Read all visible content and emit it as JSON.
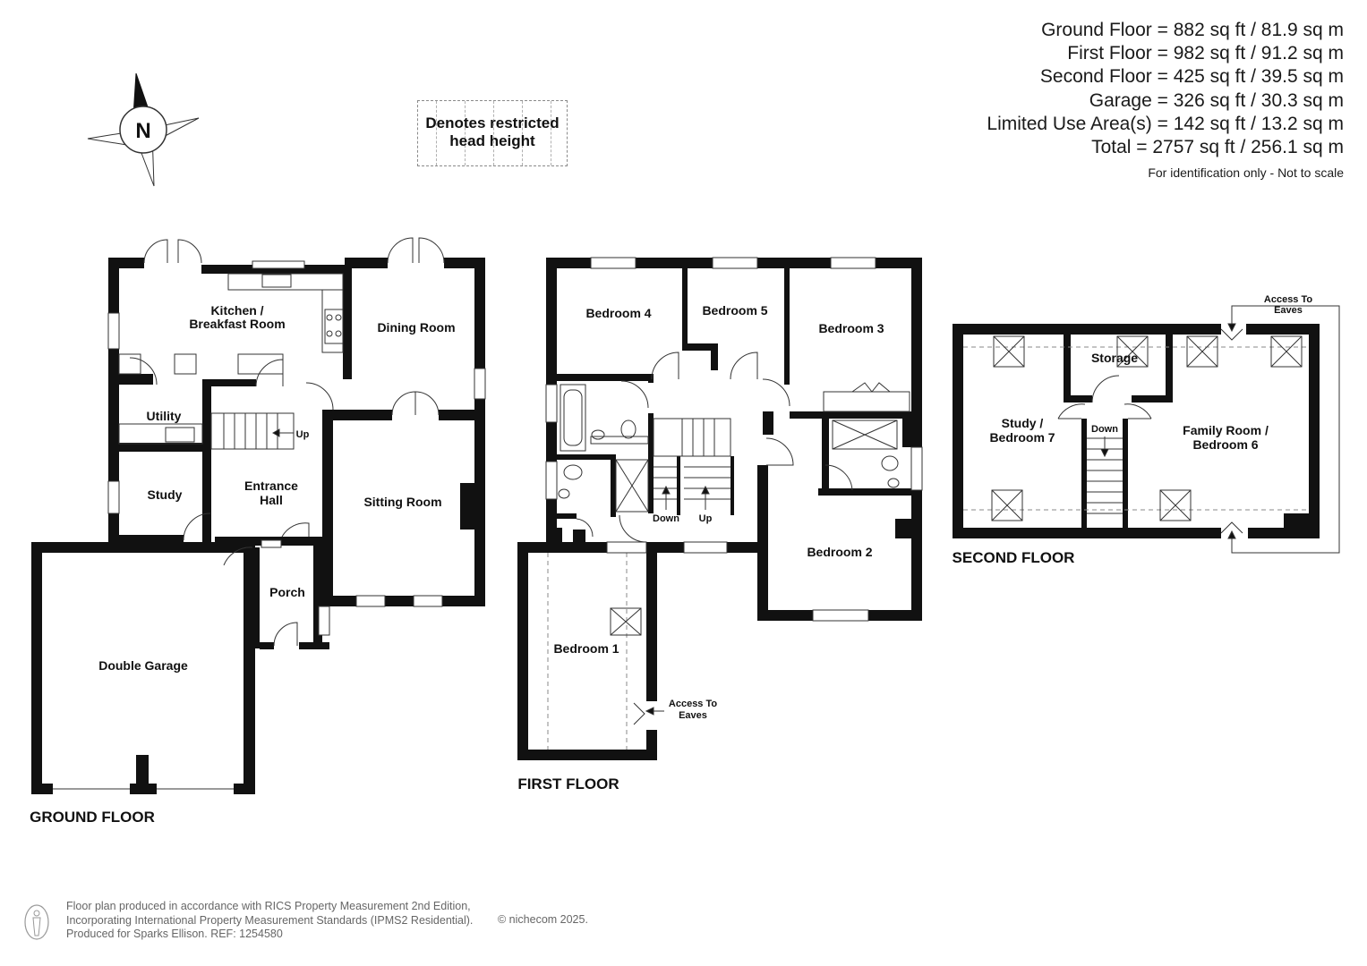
{
  "areas": [
    "Ground Floor = 882 sq ft / 81.9 sq m",
    "First Floor = 982 sq ft / 91.2 sq m",
    "Second Floor = 425 sq ft / 39.5 sq m",
    "Garage = 326 sq ft / 30.3 sq m",
    "Limited Use Area(s) = 142 sq ft / 13.2 sq m",
    "Total = 2757 sq ft / 256.1 sq m"
  ],
  "scale_note": "For identification only - Not to scale",
  "legend": {
    "line1": "Denotes restricted",
    "line2": "head height"
  },
  "compass": {
    "label": "N"
  },
  "ground_floor": {
    "title": "GROUND FLOOR",
    "kitchen_l1": "Kitchen /",
    "kitchen_l2": "Breakfast Room",
    "dining": "Dining Room",
    "utility": "Utility",
    "study": "Study",
    "hall_l1": "Entrance",
    "hall_l2": "Hall",
    "sitting": "Sitting Room",
    "porch": "Porch",
    "garage": "Double Garage",
    "stairs_up": "Up"
  },
  "first_floor": {
    "title": "FIRST FLOOR",
    "bed4": "Bedroom 4",
    "bed5": "Bedroom 5",
    "bed3": "Bedroom 3",
    "bed2": "Bedroom 2",
    "bed1": "Bedroom 1",
    "down": "Down",
    "up": "Up",
    "eaves_l1": "Access To",
    "eaves_l2": "Eaves"
  },
  "second_floor": {
    "title": "SECOND FLOOR",
    "study_l1": "Study /",
    "study_l2": "Bedroom 7",
    "storage": "Storage",
    "family_l1": "Family Room /",
    "family_l2": "Bedroom 6",
    "down": "Down",
    "eaves_l1": "Access To",
    "eaves_l2": "Eaves"
  },
  "footer": {
    "line1": "Floor plan produced in accordance with RICS Property Measurement 2nd Edition,",
    "line2": "Incorporating International Property Measurement Standards (IPMS2 Residential).",
    "line3": "Produced for Sparks Ellison.   REF: 1254580",
    "copyright": "© nichecom 2025."
  },
  "colors": {
    "wall": "#111111",
    "window": "#ffffff",
    "dashed": "#999999"
  }
}
